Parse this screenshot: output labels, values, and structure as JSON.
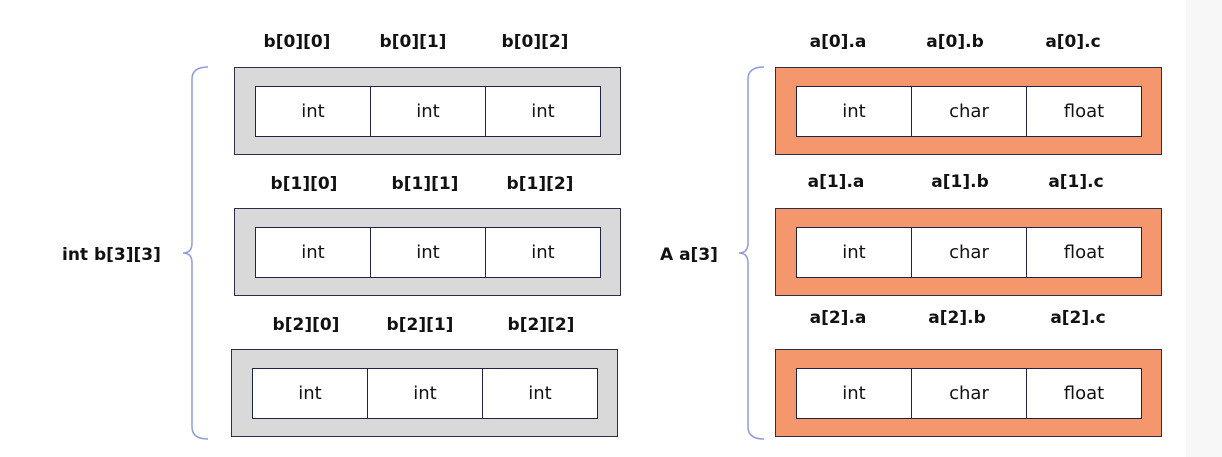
{
  "left": {
    "title": "int b[3][3]",
    "rows": [
      {
        "labels": [
          "b[0][0]",
          "b[0][1]",
          "b[0][2]"
        ],
        "cells": [
          "int",
          "int",
          "int"
        ]
      },
      {
        "labels": [
          "b[1][0]",
          "b[1][1]",
          "b[1][2]"
        ],
        "cells": [
          "int",
          "int",
          "int"
        ]
      },
      {
        "labels": [
          "b[2][0]",
          "b[2][1]",
          "b[2][2]"
        ],
        "cells": [
          "int",
          "int",
          "int"
        ]
      }
    ]
  },
  "right": {
    "title": "A a[3]",
    "rows": [
      {
        "labels": [
          "a[0].a",
          "a[0].b",
          "a[0].c"
        ],
        "cells": [
          "int",
          "char",
          "float"
        ]
      },
      {
        "labels": [
          "a[1].a",
          "a[1].b",
          "a[1].c"
        ],
        "cells": [
          "int",
          "char",
          "float"
        ]
      },
      {
        "labels": [
          "a[2].a",
          "a[2].b",
          "a[2].c"
        ],
        "cells": [
          "int",
          "char",
          "float"
        ]
      }
    ]
  },
  "colors": {
    "gray_fill": "#d9d9d9",
    "orange_fill": "#f4976c",
    "brace": "#8e9be0"
  }
}
